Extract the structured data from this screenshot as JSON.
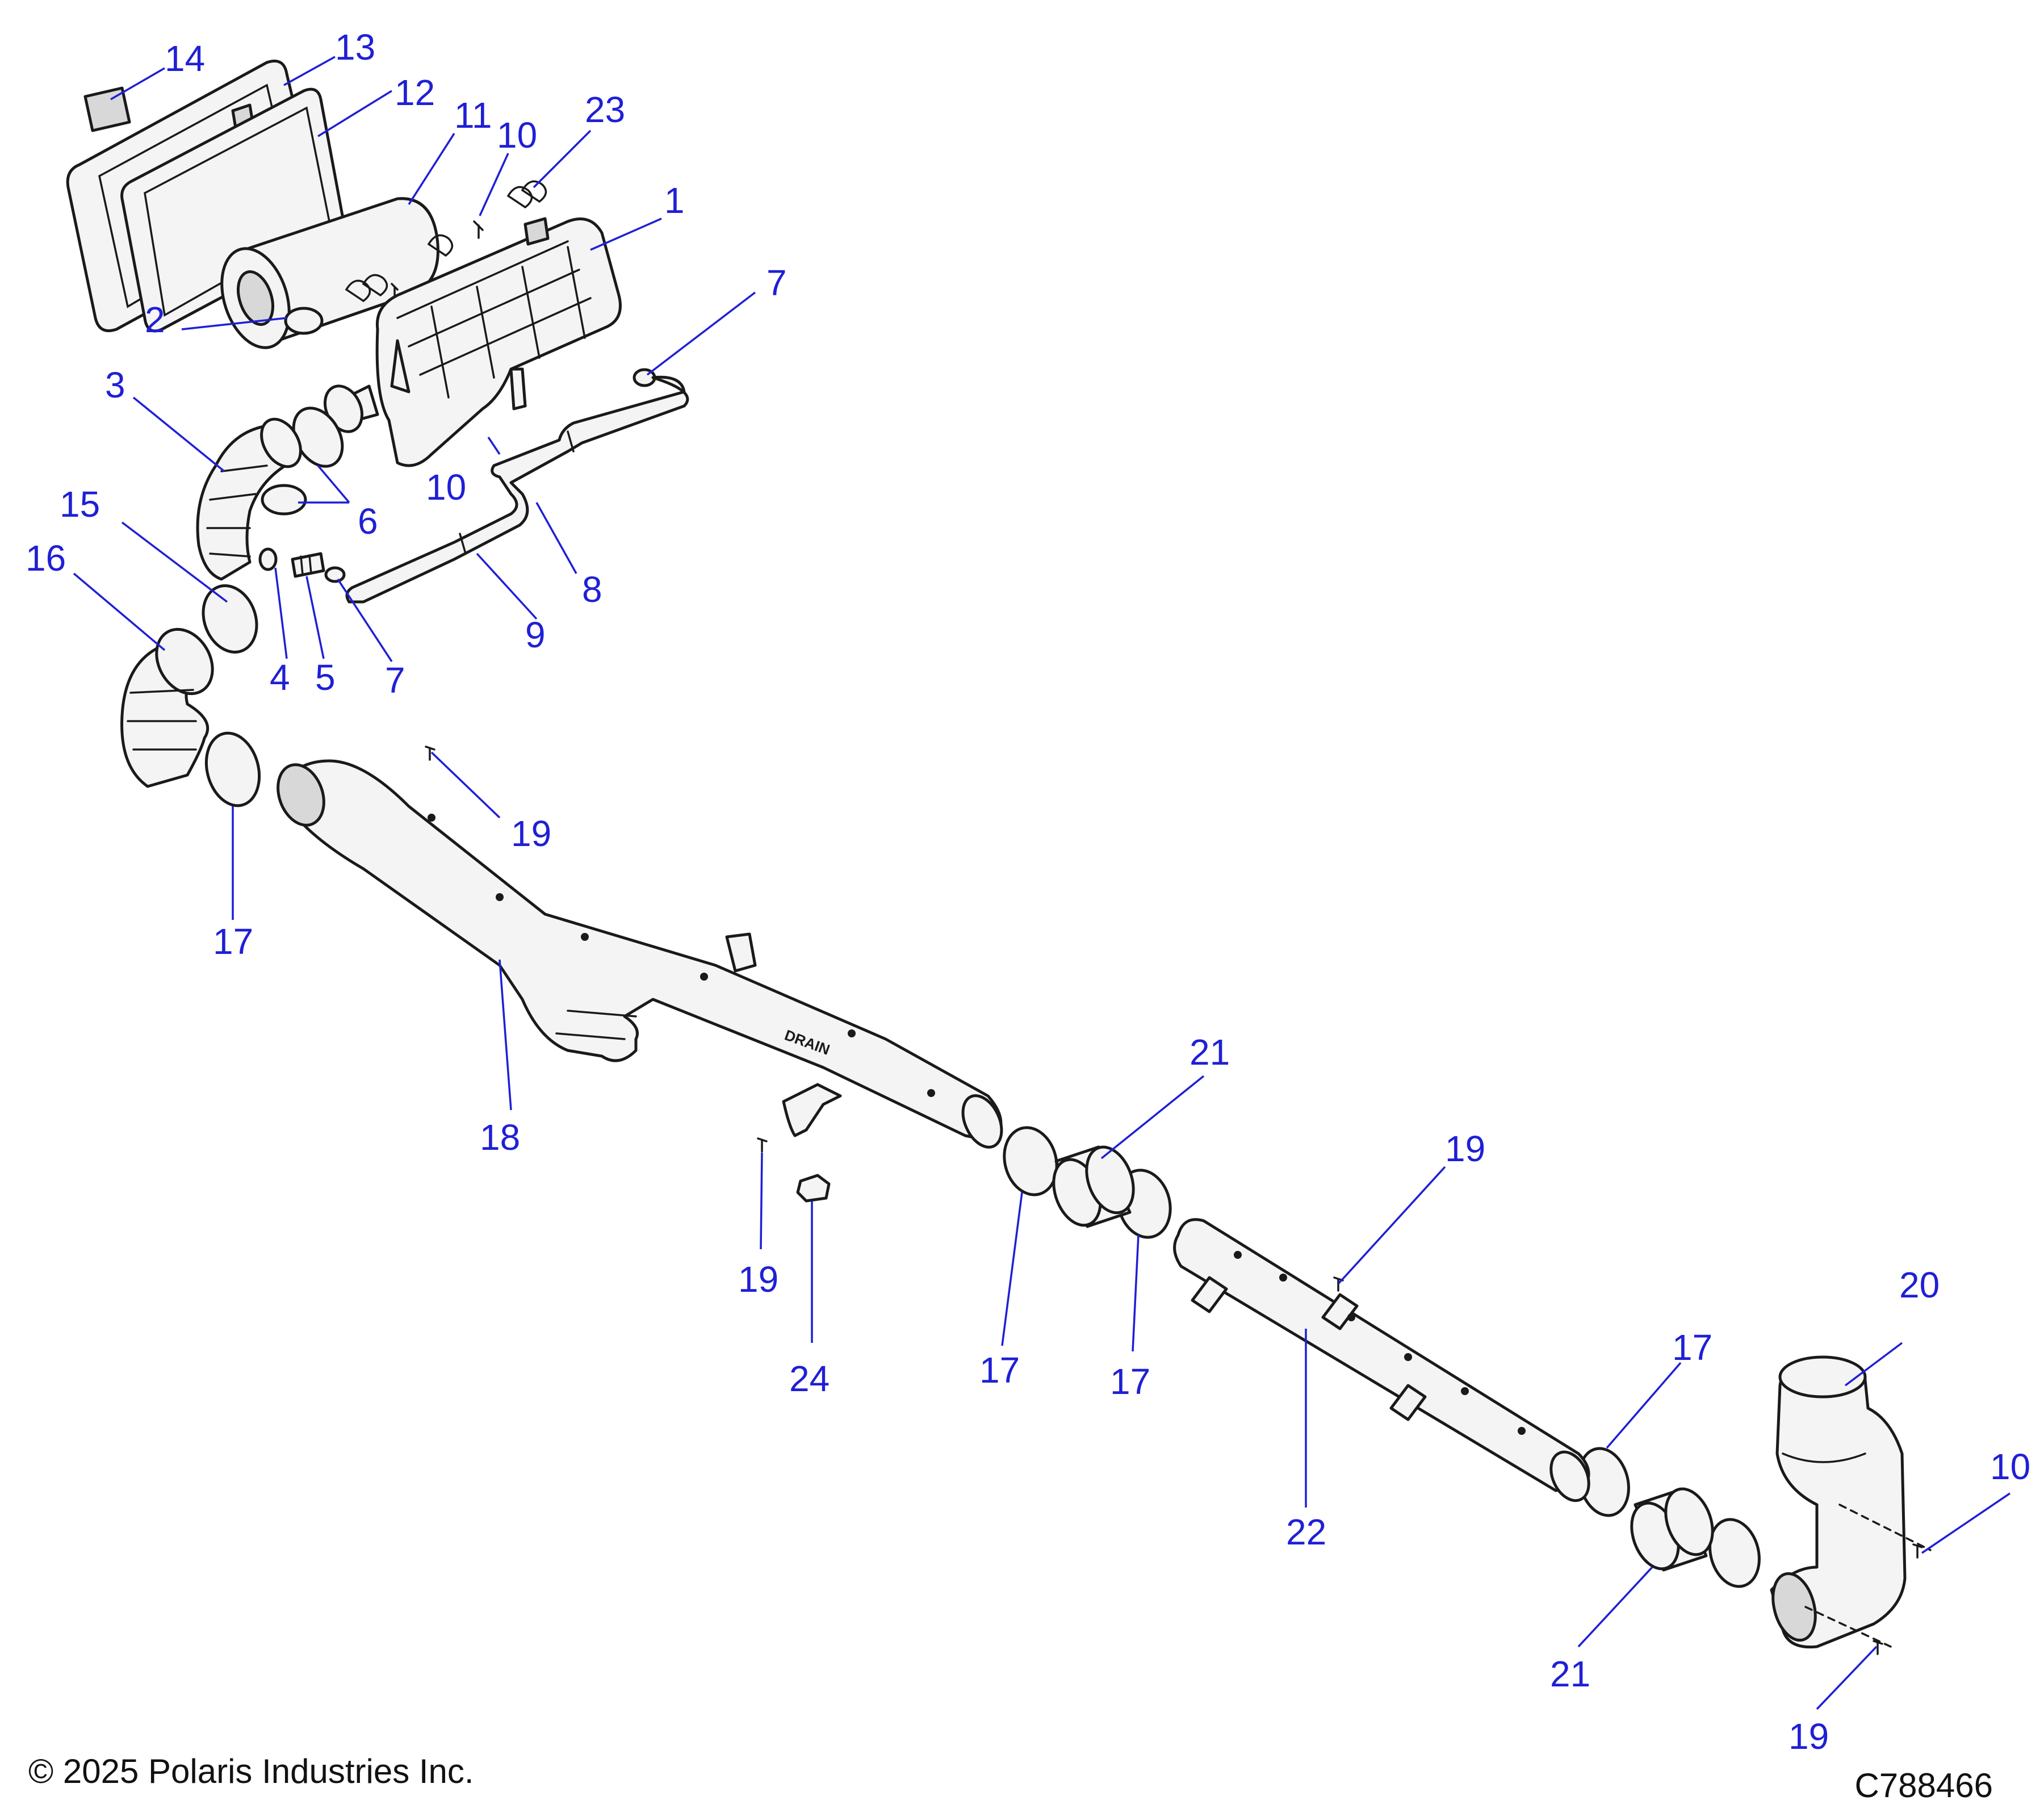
{
  "diagram": {
    "callouts": [
      {
        "label": "14"
      },
      {
        "label": "13"
      },
      {
        "label": "12"
      },
      {
        "label": "11"
      },
      {
        "label": "10"
      },
      {
        "label": "23"
      },
      {
        "label": "1"
      },
      {
        "label": "7"
      },
      {
        "label": "2"
      },
      {
        "label": "3"
      },
      {
        "label": "6"
      },
      {
        "label": "10"
      },
      {
        "label": "15"
      },
      {
        "label": "16"
      },
      {
        "label": "8"
      },
      {
        "label": "4"
      },
      {
        "label": "5"
      },
      {
        "label": "7"
      },
      {
        "label": "9"
      },
      {
        "label": "19"
      },
      {
        "label": "17"
      },
      {
        "label": "18"
      },
      {
        "label": "21"
      },
      {
        "label": "19"
      },
      {
        "label": "19"
      },
      {
        "label": "24"
      },
      {
        "label": "17"
      },
      {
        "label": "17"
      },
      {
        "label": "20"
      },
      {
        "label": "17"
      },
      {
        "label": "10"
      },
      {
        "label": "22"
      },
      {
        "label": "21"
      },
      {
        "label": "19"
      }
    ],
    "stamp": "DRAIN"
  },
  "footer": {
    "copyright": "© 2025 Polaris Industries Inc.",
    "figure_id": "C788466"
  }
}
